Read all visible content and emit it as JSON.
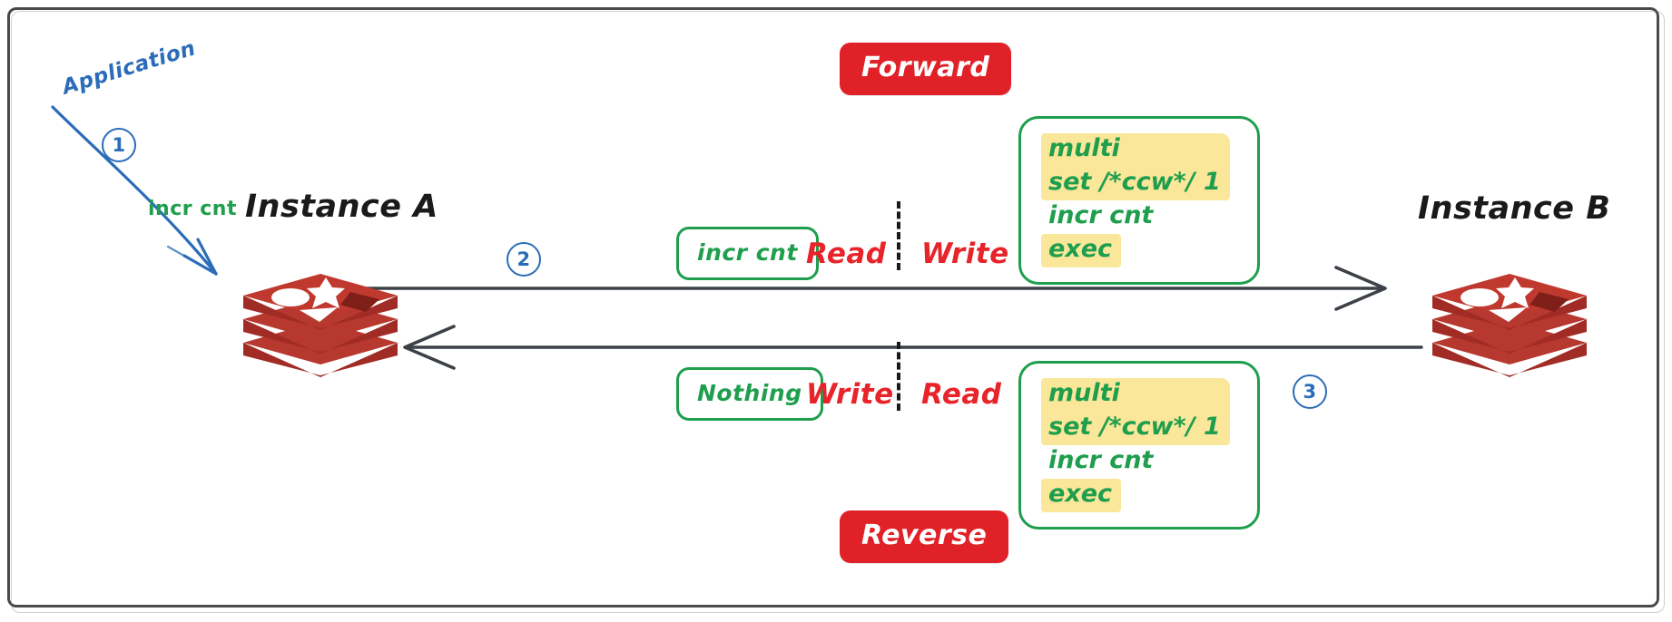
{
  "diagram": {
    "title": "Redis Active-Active Forward and Reverse Command Flow",
    "colors": {
      "red_badge": "#e02128",
      "red_text": "#e8242b",
      "green": "#1f9e4d",
      "blue": "#2b6cb8",
      "highlight_yellow": "#fbe79a",
      "ink": "#3c4147",
      "frame": "#4a4a4a"
    }
  },
  "annotations": {
    "application_label": "Application",
    "incr_cnt_annotation": "incr cnt",
    "step_one": "1",
    "step_two": "2",
    "step_three": "3"
  },
  "instances": {
    "left": {
      "label": "Instance A",
      "icon": "redis-stack-icon"
    },
    "right": {
      "label": "Instance B",
      "icon": "redis-stack-icon"
    }
  },
  "badges": {
    "forward": "Forward",
    "reverse": "Reverse"
  },
  "forward_row": {
    "command_box": "incr cnt",
    "left_word": "Read",
    "right_word": "Write",
    "code": [
      {
        "text": "multi",
        "highlighted": true
      },
      {
        "text": "set /*ccw*/ 1",
        "highlighted": true
      },
      {
        "text": "incr cnt",
        "highlighted": false
      },
      {
        "text": "exec",
        "highlighted": true
      }
    ]
  },
  "reverse_row": {
    "command_box": "Nothing",
    "left_word": "Write",
    "right_word": "Read",
    "code": [
      {
        "text": "multi",
        "highlighted": true
      },
      {
        "text": "set /*ccw*/ 1",
        "highlighted": true
      },
      {
        "text": "incr cnt",
        "highlighted": false
      },
      {
        "text": "exec",
        "highlighted": true
      }
    ]
  }
}
